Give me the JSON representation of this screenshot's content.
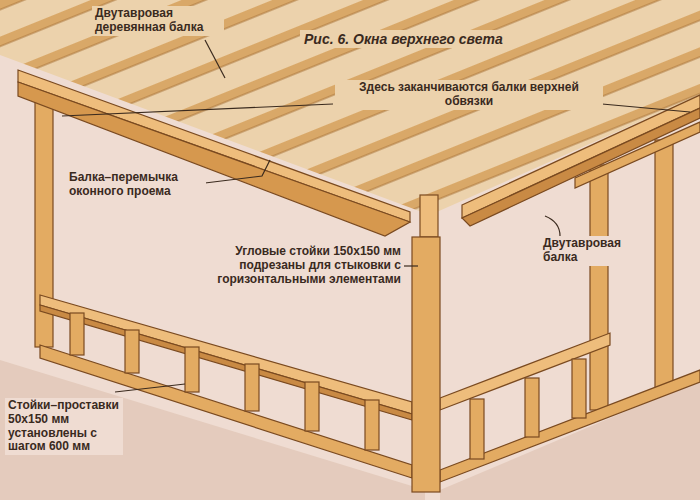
{
  "diagram": {
    "title": "Рис. 6. Окна верхнего света",
    "labels": [
      "Двутавровая деревянная балка",
      "Здесь заканчиваются балки верхней обвязки",
      "Балка–перемычка оконного проема",
      "Угловые стойки 150x150 мм подрезаны для стыковки с горизонтальными элементами",
      "Двутавровая балка",
      "Стойки–проставки 50x150 мм установлены с шагом 600 мм"
    ]
  }
}
